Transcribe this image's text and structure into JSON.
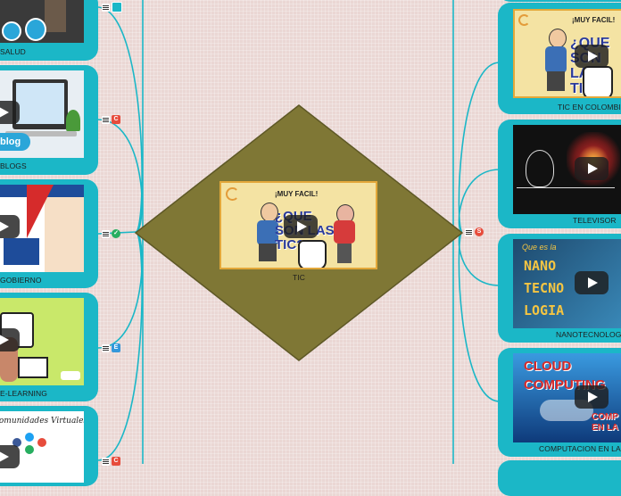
{
  "central": {
    "label": "TIC",
    "color": "#7f7735",
    "video_banner": "¡MUY FACIL!",
    "video_title": "¿QUE SON LAS TIC?"
  },
  "left_nodes": [
    {
      "label": "SALUD",
      "badge": "document-icon",
      "badge_color": "#1bb7c7"
    },
    {
      "label": "BLOGS",
      "badge": "C",
      "badge_color": "#e74c3c",
      "overlay": "blog"
    },
    {
      "label": "GOBIERNO",
      "badge": "check",
      "badge_color": "#27ae60"
    },
    {
      "label": "E-LEARNING",
      "badge": "E",
      "badge_color": "#3498db"
    },
    {
      "label": "",
      "badge": "C",
      "badge_color": "#e74c3c",
      "overlay": "Comunidades Virtuales"
    }
  ],
  "right_nodes": [
    {
      "label": "TIC EN COLOMBIA",
      "banner": "¡MUY FACIL!",
      "title": "¿QUE SON LAS TIC?"
    },
    {
      "label": "TELEVISOR"
    },
    {
      "label": "NANOTECNOLOGIA",
      "banner": "Que es la",
      "title": "NANO TECNO LOGIA"
    },
    {
      "label": "COMPUTACION EN LA NUBE",
      "title": "CLOUD COMPUTING",
      "subtitle": "COMP EN LA"
    }
  ],
  "central_badge": {
    "letter": "S",
    "color": "#e74c3c"
  },
  "colors": {
    "node": "#1bb7c7",
    "line": "#1bb7c7"
  }
}
